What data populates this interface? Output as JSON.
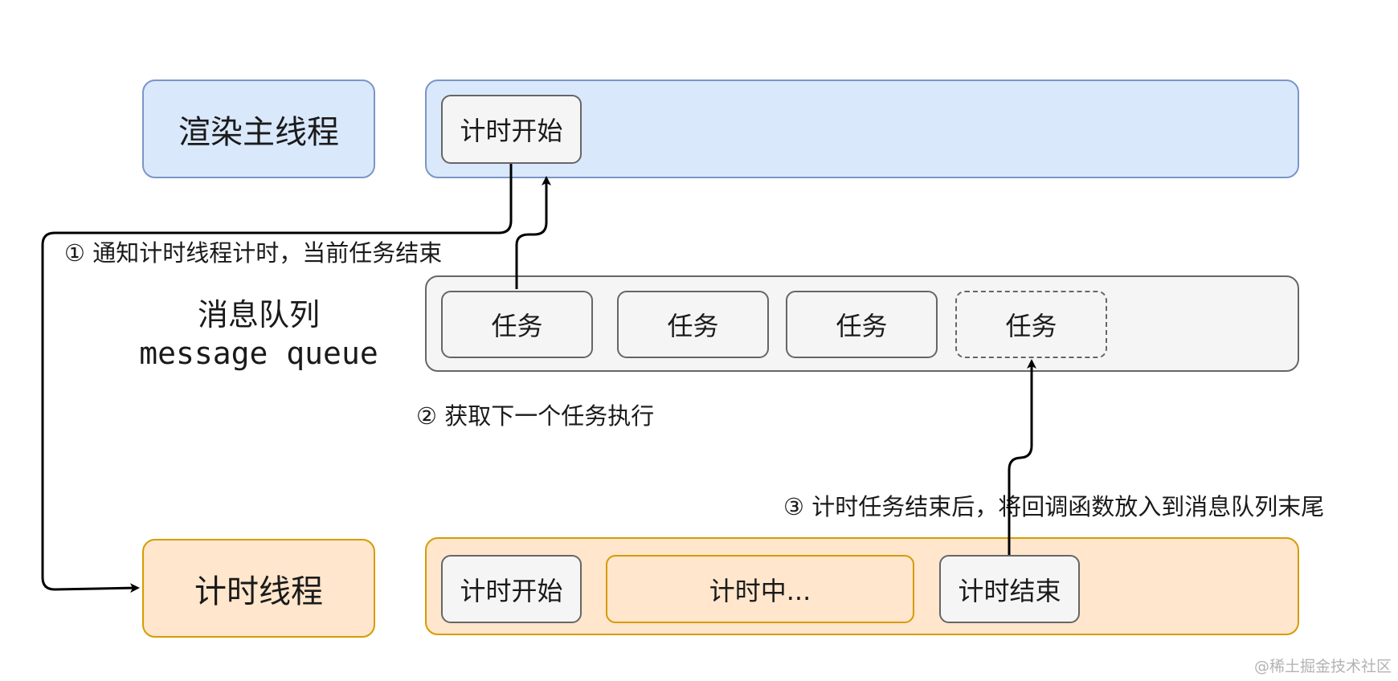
{
  "render_main_thread": {
    "label": "渲染主线程",
    "tasks": [
      {
        "label": "计时开始"
      }
    ]
  },
  "message_queue": {
    "label_zh": "消息队列",
    "label_en": "message queue",
    "tasks": [
      {
        "label": "任务",
        "dashed": false
      },
      {
        "label": "任务",
        "dashed": false
      },
      {
        "label": "任务",
        "dashed": false
      },
      {
        "label": "任务",
        "dashed": true
      }
    ]
  },
  "timer_thread": {
    "label": "计时线程",
    "tasks": [
      {
        "label": "计时开始"
      },
      {
        "label": "计时中..."
      },
      {
        "label": "计时结束"
      }
    ]
  },
  "steps": {
    "step1": "① 通知计时线程计时，当前任务结束",
    "step2": "② 获取下一个任务执行",
    "step3": "③ 计时任务结束后，将回调函数放入到消息队列末尾"
  },
  "watermark": "@稀土掘金技术社区",
  "colors": {
    "blue_fill": "#dae8fc",
    "blue_stroke": "#7a96c6",
    "gray_fill": "#f5f5f5",
    "gray_stroke": "#666666",
    "orange_fill": "#ffe6cc",
    "orange_stroke": "#d79b00"
  }
}
